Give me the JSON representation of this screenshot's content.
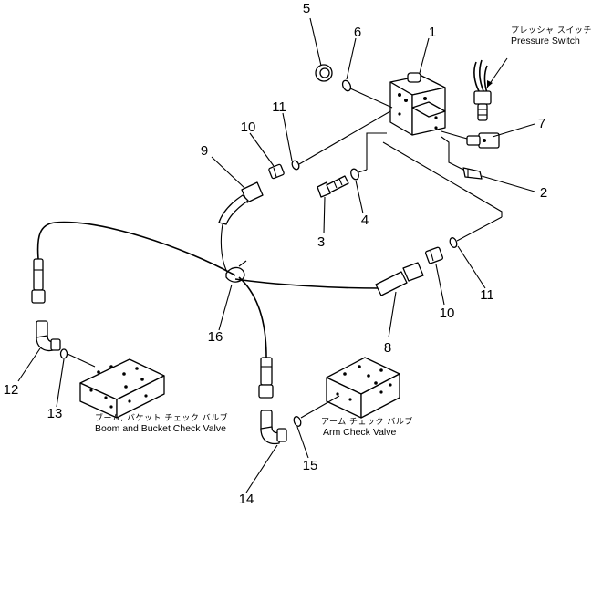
{
  "part_numbers": {
    "p1": "1",
    "p2": "2",
    "p3": "3",
    "p4": "4",
    "p5": "5",
    "p6": "6",
    "p7": "7",
    "p8": "8",
    "p9": "9",
    "p10a": "10",
    "p10b": "10",
    "p11a": "11",
    "p11b": "11",
    "p12": "12",
    "p13": "13",
    "p14": "14",
    "p15": "15",
    "p16": "16"
  },
  "labels": {
    "pressure_switch_jp": "プレッシャ スイッチ",
    "pressure_switch_en": "Pressure Switch",
    "boom_bucket_jp": "ブーム, バケット チェック バルブ",
    "boom_bucket_en": "Boom and Bucket Check Valve",
    "arm_check_jp": "アーム チェック バルブ",
    "arm_check_en": "Arm Check Valve"
  },
  "icons": [
    "valve-block-icon",
    "pressure-switch-icon",
    "hose-icon",
    "elbow-fitting-icon",
    "o-ring-icon",
    "clamp-icon",
    "bolt-icon",
    "plug-icon"
  ]
}
